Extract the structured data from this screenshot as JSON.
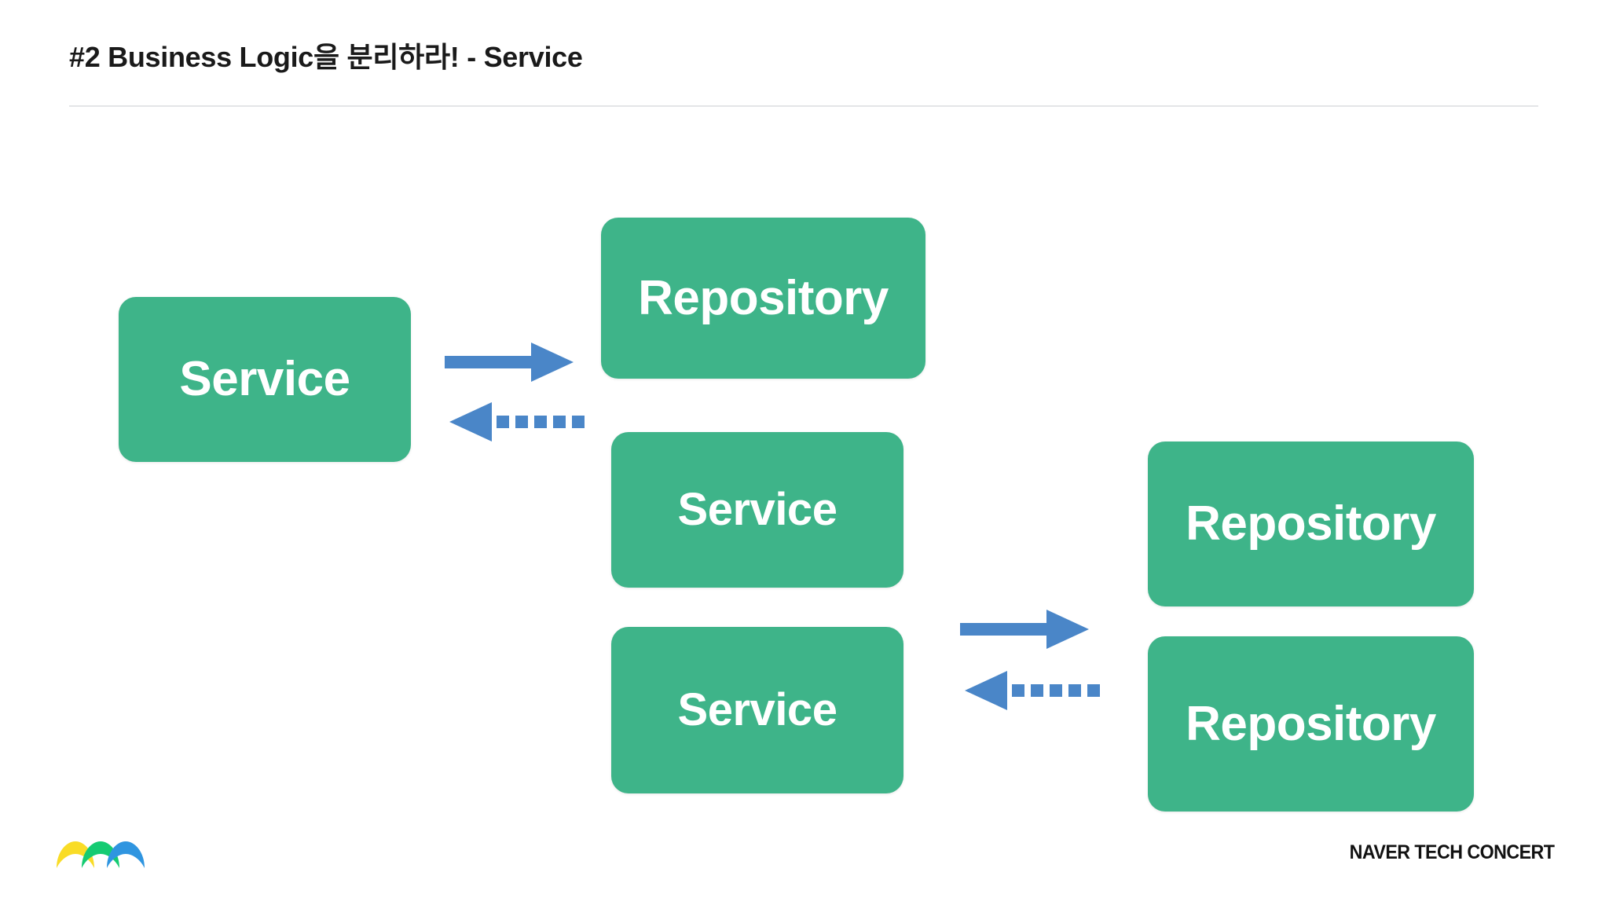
{
  "slide": {
    "title": "#2 Business Logic을 분리하라! - Service",
    "background_color": "#ffffff",
    "divider_color": "#e4e5e7"
  },
  "theme": {
    "node_fill": "#3eb489",
    "node_text_color": "#ffffff",
    "arrow_color": "#4a86c8",
    "title_color": "#1a1a1a"
  },
  "diagram": {
    "nodes": [
      {
        "id": "service-left",
        "label": "Service"
      },
      {
        "id": "repository-mid",
        "label": "Repository"
      },
      {
        "id": "service-mid-1",
        "label": "Service"
      },
      {
        "id": "service-mid-2",
        "label": "Service"
      },
      {
        "id": "repository-right-1",
        "label": "Repository"
      },
      {
        "id": "repository-right-2",
        "label": "Repository"
      }
    ],
    "arrows": [
      {
        "id": "arrow-1-solid",
        "style": "solid",
        "direction": "right"
      },
      {
        "id": "arrow-1-dashed",
        "style": "dashed",
        "direction": "left"
      },
      {
        "id": "arrow-2-solid",
        "style": "solid",
        "direction": "right"
      },
      {
        "id": "arrow-2-dashed",
        "style": "dashed",
        "direction": "left"
      }
    ]
  },
  "footer": {
    "brand": "NAVER TECH CONCERT",
    "logo_colors": [
      "#f9dc27",
      "#15cb72",
      "#2f95e0"
    ],
    "logo_name": "naver-tech-concert-logo"
  }
}
